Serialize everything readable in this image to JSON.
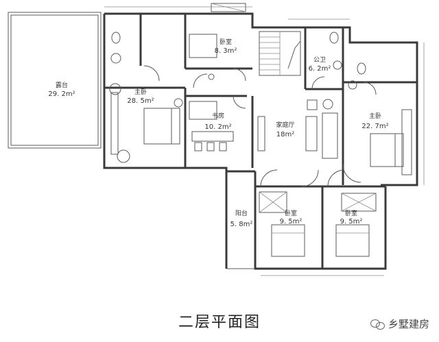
{
  "caption": "二层平面图",
  "watermark": {
    "text": "乡墅建房",
    "icon": "wechat-icon"
  },
  "rooms": [
    {
      "id": "terrace",
      "label": "露台",
      "area": "29. 2m²"
    },
    {
      "id": "master-west",
      "label": "主卧",
      "area": "28. 5m²"
    },
    {
      "id": "bedroom-north",
      "label": "卧室",
      "area": "8. 3m²"
    },
    {
      "id": "study",
      "label": "书房",
      "area": "10. 2m²"
    },
    {
      "id": "public-bath",
      "label": "公卫",
      "area": "6. 2m²"
    },
    {
      "id": "family-hall",
      "label": "家庭厅",
      "area": "18m²"
    },
    {
      "id": "master-east",
      "label": "主卧",
      "area": "22. 7m²"
    },
    {
      "id": "balcony",
      "label": "阳台",
      "area": "5. 8m²"
    },
    {
      "id": "bedroom-south-1",
      "label": "卧室",
      "area": "9. 5m²"
    },
    {
      "id": "bedroom-south-2",
      "label": "卧室",
      "area": "9. 5m²"
    }
  ]
}
